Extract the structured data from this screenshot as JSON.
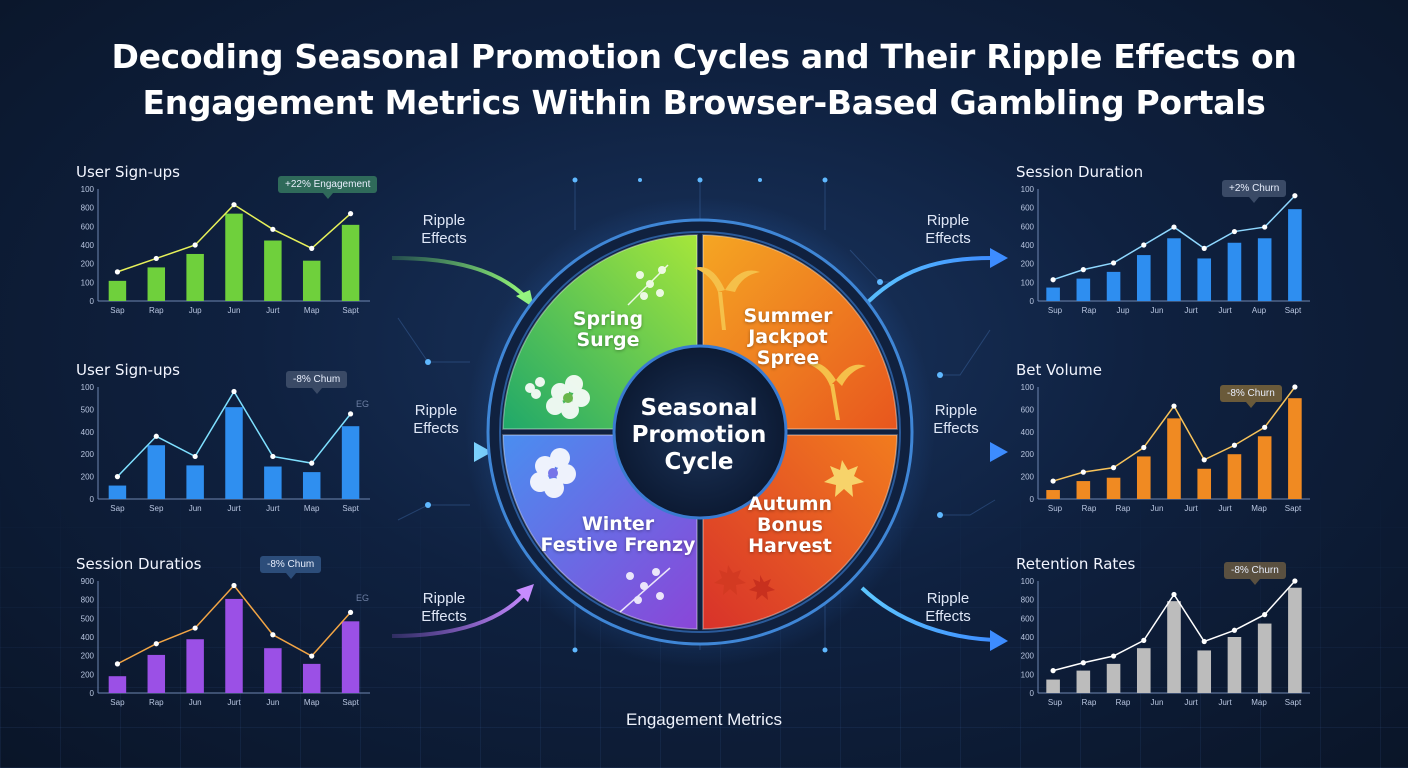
{
  "title_line1": "Decoding Seasonal Promotion Cycles and Their Ripple Effects on",
  "title_line2": "Engagement Metrics Within Browser-Based Gambling Portals",
  "footer": "Engagement Metrics",
  "ripple_label_line1": "Ripple",
  "ripple_label_line2": "Effects",
  "wheel": {
    "center_line1": "Seasonal",
    "center_line2": "Promotion",
    "center_line3": "Cycle",
    "spring": [
      "Spring",
      "Surge"
    ],
    "summer": [
      "Summer",
      "Jackpot",
      "Spree"
    ],
    "autumn": [
      "Autumn",
      "Bonus",
      "Harvest"
    ],
    "winter": [
      "Winter",
      "Festive Frenzy"
    ],
    "colors": {
      "spring": "#6fcf3a",
      "summer": "#f28a1e",
      "autumn": "#ee6a1c",
      "winter": "#6a55e0"
    }
  },
  "charts": {
    "left_top": {
      "title": "User Sign-ups",
      "badge": "+22% Engagement",
      "yticks": [
        "100",
        "800",
        "600",
        "400",
        "200",
        "100",
        "0"
      ],
      "xticks": [
        "Sap",
        "Rap",
        "Jup",
        "Jun",
        "Jurt",
        "Map",
        "Sapt"
      ],
      "bar_color": "#6fd03c",
      "line_color": "#e7f15a",
      "values": [
        180,
        300,
        420,
        780,
        540,
        360,
        680
      ],
      "line": [
        260,
        380,
        500,
        860,
        640,
        470,
        780
      ],
      "ymax": 1000
    },
    "left_mid": {
      "title": "User Sign-ups",
      "badge": "-8% Chum",
      "side_note": "EG",
      "yticks": [
        "100",
        "500",
        "400",
        "200",
        "200",
        "0"
      ],
      "xticks": [
        "Sap",
        "Sep",
        "Jun",
        "Jurt",
        "Jurt",
        "Map",
        "Sapt"
      ],
      "bar_color": "#2f8ff0",
      "line_color": "#7fe0ff",
      "values": [
        120,
        480,
        300,
        820,
        290,
        240,
        650
      ],
      "line": [
        200,
        560,
        380,
        960,
        380,
        320,
        760
      ],
      "ymax": 1000
    },
    "left_bot": {
      "title": "Session Duratios",
      "badge": "-8% Chum",
      "side_note": "EG",
      "yticks": [
        "900",
        "800",
        "500",
        "400",
        "200",
        "200",
        "0"
      ],
      "xticks": [
        "Sap",
        "Rap",
        "Jun",
        "Jurt",
        "Jun",
        "Map",
        "Sapt"
      ],
      "bar_color": "#9b50e6",
      "line_color": "#f2a545",
      "values": [
        150,
        340,
        480,
        840,
        400,
        260,
        640
      ],
      "line": [
        260,
        440,
        580,
        960,
        520,
        330,
        720
      ],
      "ymax": 1000
    },
    "right_top": {
      "title": "Session Duration",
      "badge": "+2% Churn",
      "yticks": [
        "100",
        "600",
        "600",
        "400",
        "200",
        "100",
        "0"
      ],
      "xticks": [
        "Sup",
        "Rap",
        "Jup",
        "Jun",
        "Jurt",
        "Jurt",
        "Aup",
        "Sapt"
      ],
      "bar_color": "#2e8ef0",
      "line_color": "#8fd8ff",
      "values": [
        120,
        200,
        260,
        410,
        560,
        380,
        520,
        560,
        820
      ],
      "line": [
        190,
        280,
        340,
        500,
        660,
        470,
        620,
        660,
        940
      ],
      "ymax": 1000
    },
    "right_mid": {
      "title": "Bet Volume",
      "badge": "-8% Churn",
      "yticks": [
        "100",
        "600",
        "400",
        "200",
        "200",
        "0"
      ],
      "xticks": [
        "Sup",
        "Rap",
        "Rap",
        "Jun",
        "Jurt",
        "Jurt",
        "Map",
        "Sapt"
      ],
      "bar_color": "#f08a22",
      "line_color": "#f7c35a",
      "values": [
        80,
        160,
        190,
        380,
        720,
        270,
        400,
        560,
        900
      ],
      "line": [
        160,
        240,
        280,
        460,
        830,
        350,
        480,
        640,
        1000
      ],
      "ymax": 1000
    },
    "right_bot": {
      "title": "Retention Rates",
      "badge": "-8% Churn",
      "yticks": [
        "100",
        "800",
        "600",
        "400",
        "200",
        "100",
        "0"
      ],
      "xticks": [
        "Sup",
        "Rap",
        "Rap",
        "Jun",
        "Jurt",
        "Jurt",
        "Map",
        "Sapt"
      ],
      "bar_color": "#bcbcbc",
      "line_color": "#ffffff",
      "values": [
        120,
        200,
        260,
        400,
        820,
        380,
        500,
        620,
        940
      ],
      "line": [
        200,
        270,
        330,
        470,
        880,
        460,
        560,
        700,
        1000
      ],
      "ymax": 1000
    }
  }
}
